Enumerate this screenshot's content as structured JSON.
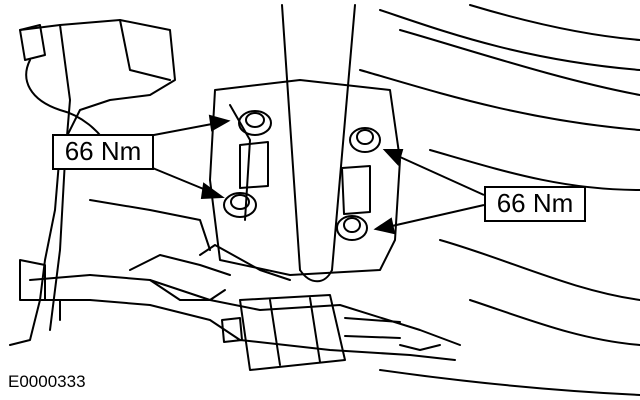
{
  "diagram": {
    "callouts": [
      {
        "label": "66 Nm"
      },
      {
        "label": "66 Nm"
      }
    ],
    "reference_id": "E0000333",
    "colors": {
      "ink": "#000000",
      "paper": "#ffffff"
    }
  }
}
